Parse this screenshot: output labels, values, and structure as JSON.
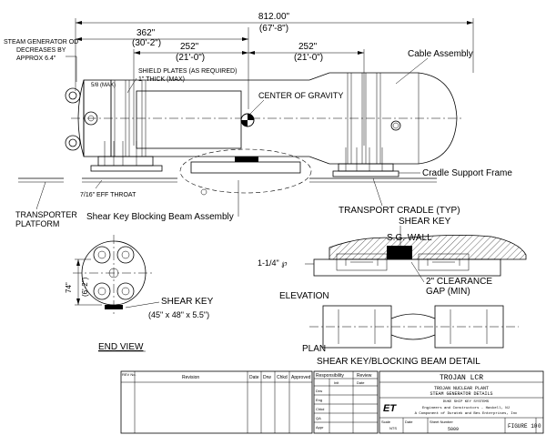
{
  "dimensions": {
    "overall": "812.00\"",
    "overall_ft": "(67'-8\")",
    "d362": "362\"",
    "d362_ft": "(30'-2\")",
    "d252a": "252\"",
    "d252a_ft": "(21'-0\")",
    "d252b": "252\"",
    "d252b_ft": "(21'-0\")",
    "od_note_1": "STEAM GENERATOR OD",
    "od_note_2": "DECREASES BY",
    "od_note_3": "APPROX 6.4\"",
    "five_eighths": "5/8 (MAX)",
    "shield_1": "SHIELD PLATES (AS REQUIRED)",
    "shield_2": "1\" THICK (MAX)",
    "throat": "7/16\" EFF THROAT",
    "dim_74": "74\"",
    "dim_74_ft": "(6'-2\")",
    "rod": "1-1/4\" ℘"
  },
  "labels": {
    "center_of_gravity": "CENTER OF GRAVITY",
    "cable_assembly": "Cable Assembly",
    "cradle_support": "Cradle Support Frame",
    "transporter_1": "TRANSPORTER",
    "transporter_2": "PLATFORM",
    "shear_key_beam": "Shear Key Blocking Beam Assembly",
    "transport_cradle": "TRANSPORT CRADLE (TYP)",
    "shear_key_top": "SHEAR KEY",
    "sg_wall": "S.G. WALL",
    "clearance_1": "2\" CLEARANCE",
    "clearance_2": "GAP (MIN)",
    "elevation": "ELEVATION",
    "plan": "PLAN",
    "detail": "SHEAR KEY/BLOCKING BEAM DETAIL",
    "end_shear_key": "SHEAR KEY",
    "end_shear_size": "(45\" x 48\" x 5.5\")",
    "end_view": "END VIEW"
  },
  "revision_block": {
    "headers": [
      "REV No.",
      "Revision",
      "Date",
      "Drw",
      "Chkd",
      "Approved"
    ]
  },
  "resp_block": {
    "headers": [
      "Responsibility",
      "Review"
    ],
    "sub": [
      "Init",
      "Date"
    ],
    "rows": [
      "Drw",
      "Eng",
      "Chkd",
      "QA",
      "Appr"
    ]
  },
  "title_block": {
    "project": "TROJAN LCR",
    "line1": "TROJAN NUCLEAR PLANT",
    "line2": "STEAM GENERATOR DETAILS",
    "company_small": "DUKE SHIP KEY SYSTEMS",
    "company_line1": "Engineers and Constructors - Haskell, NJ",
    "company_line2": "A Component of Duratek and Bes Enterprises, Inc",
    "logo": "ET",
    "scale_label": "Scale",
    "scale_value": "NTS",
    "date_label": "Date",
    "sheet_label": "Sheet Number",
    "sheet_value": "5009",
    "figure": "FIGURE 10",
    "rev": "0"
  }
}
